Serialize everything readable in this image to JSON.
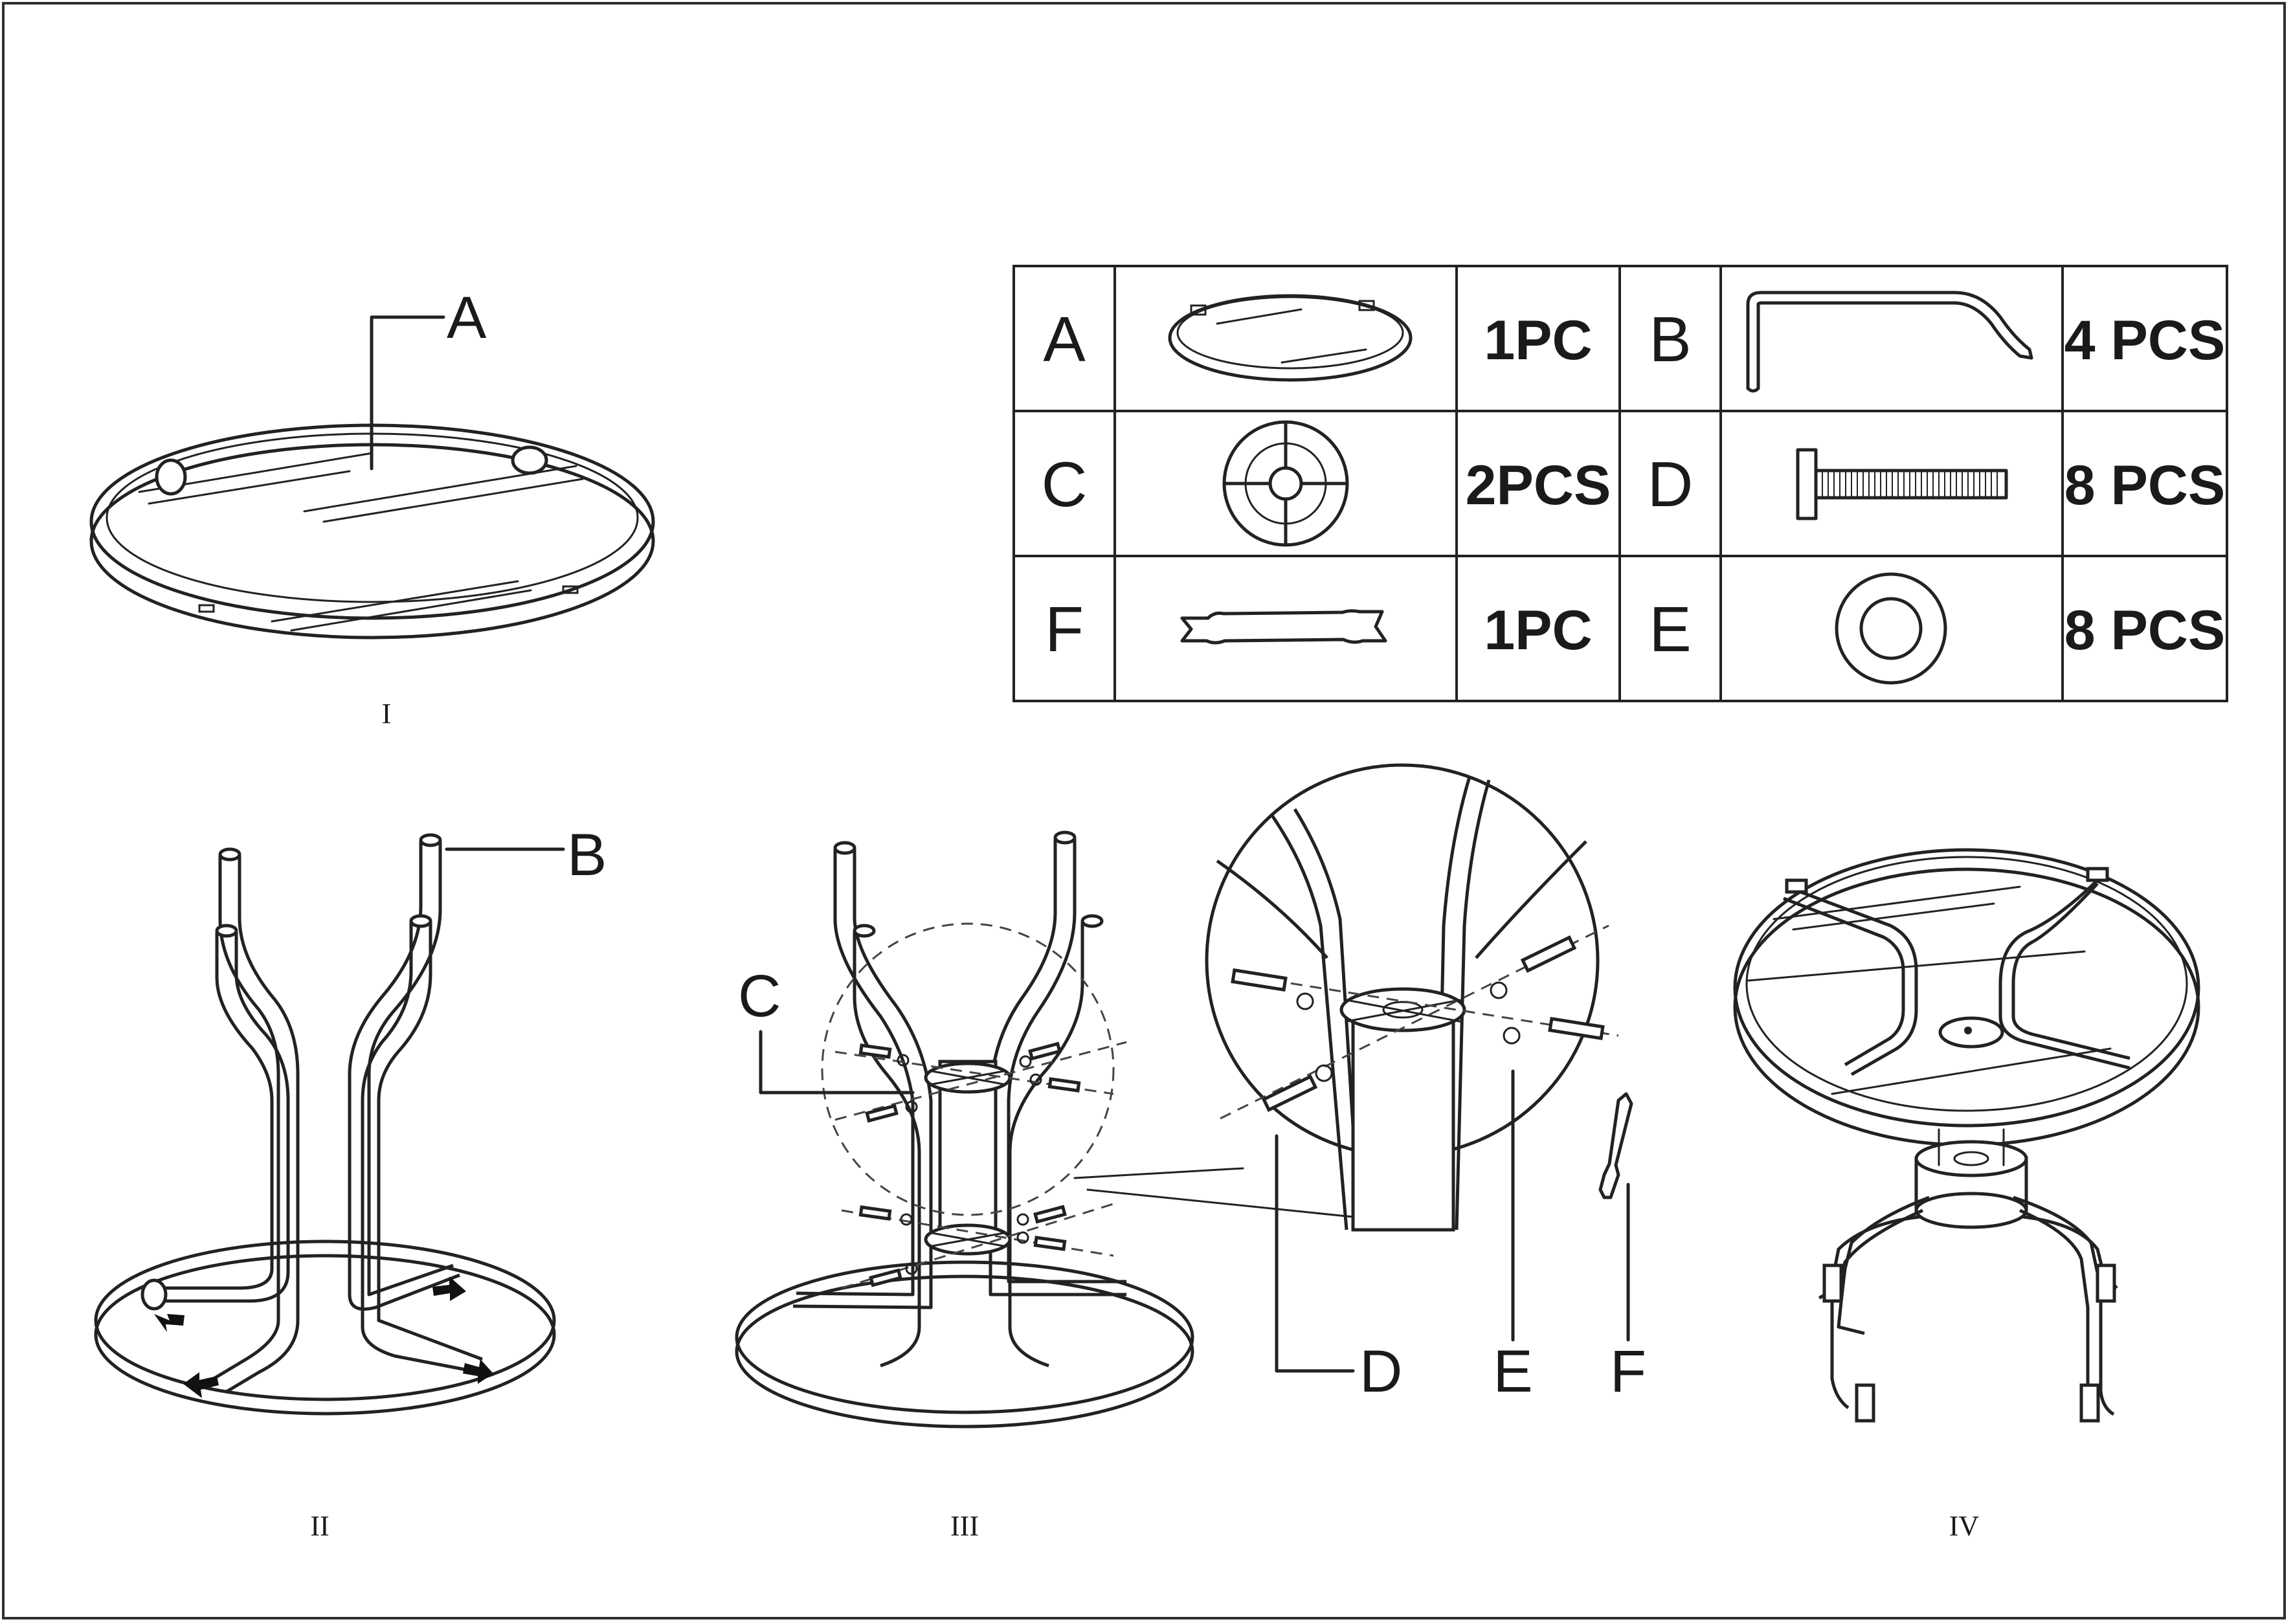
{
  "parts_table": {
    "rows": [
      {
        "left_label": "A",
        "left_qty": "1PC",
        "right_label": "B",
        "right_qty": "4 PCS"
      },
      {
        "left_label": "C",
        "left_qty": "2PCS",
        "right_label": "D",
        "right_qty": "8 PCS"
      },
      {
        "left_label": "F",
        "left_qty": "1PC",
        "right_label": "E",
        "right_qty": "8 PCS"
      }
    ]
  },
  "steps": {
    "step1": {
      "numeral": "I",
      "callout_a": "A"
    },
    "step2": {
      "numeral": "II",
      "callout_b": "B"
    },
    "step3": {
      "numeral": "III",
      "callout_c": "C",
      "callout_d": "D",
      "callout_e": "E",
      "callout_f": "F"
    },
    "step4": {
      "numeral": "IV"
    }
  },
  "icons": [
    "glass-tabletop-icon",
    "curved-leg-icon",
    "leg-hub-icon",
    "bolt-icon",
    "washer-icon",
    "wrench-icon",
    "direction-arrow-icon"
  ]
}
